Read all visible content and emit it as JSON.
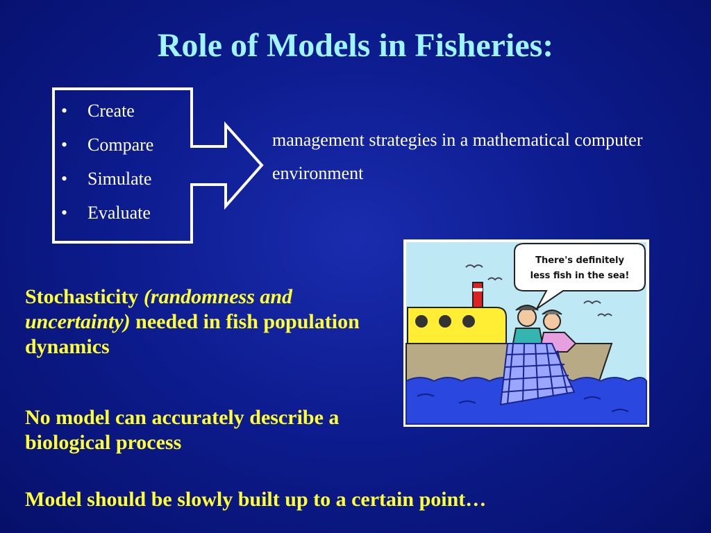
{
  "title": "Role of Models in Fisheries:",
  "bullet_symbol": "•",
  "bullets": [
    "Create",
    "Compare",
    "Simulate",
    "Evaluate"
  ],
  "management_text": "management strategies in a mathematical computer environment",
  "stochasticity": {
    "lead": "Stochasticity",
    "paren": "(randomness and uncertainty)",
    "rest": "needed in fish population dynamics"
  },
  "no_model": "No model can accurately describe a biological process",
  "slowly": "Model should be slowly built up to a certain point…",
  "cartoon": {
    "speech": "There's definitely less fish in the sea!"
  },
  "colors": {
    "title": "#9ff5ff",
    "emphasis": "#ffff33",
    "body": "#ffffff"
  }
}
